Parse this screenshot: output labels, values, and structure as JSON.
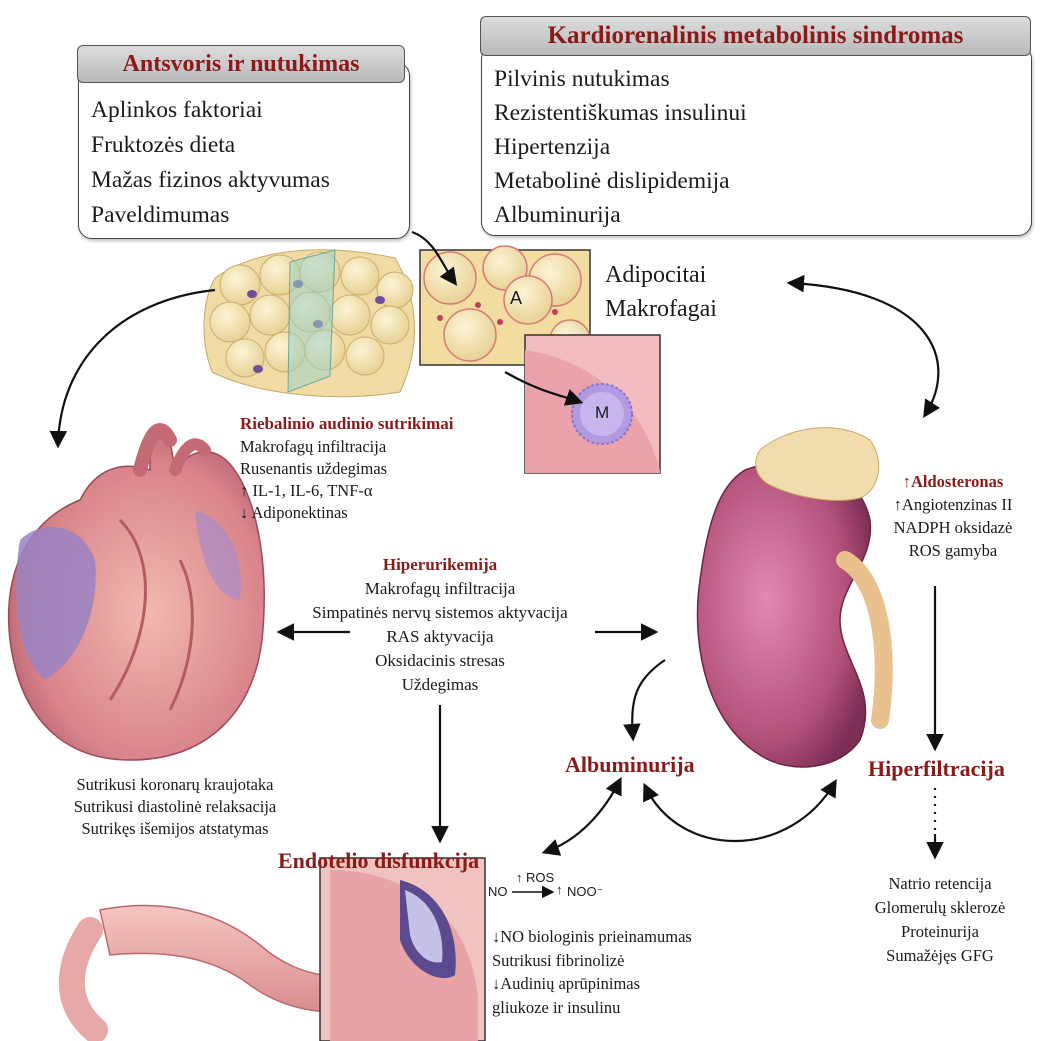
{
  "obesity_box": {
    "title": "Antsvoris ir nutukimas",
    "items": [
      "Aplinkos faktoriai",
      "Fruktozės dieta",
      "Mažas fizinos aktyvumas",
      "Paveldimumas"
    ]
  },
  "crm_box": {
    "title": "Kardiorenalinis metabolinis sindromas",
    "items": [
      "Pilvinis nutukimas",
      "Rezistentiškumas insulinui",
      "Hipertenzija",
      "Metabolinė dislipidemija",
      "Albuminurija"
    ]
  },
  "adipose_labels": {
    "adipocytes": "Adipocitai",
    "macrophages": "Makrofagai",
    "cell_a": "A",
    "cell_m": "M"
  },
  "adipose_dysfunction": {
    "title": "Riebalinio audinio sutrikimai",
    "items": [
      "Makrofagų infiltracija",
      "Rusenantis uždegimas",
      "↑ IL-1, IL-6, TNF-α",
      "↓ Adiponektinas"
    ]
  },
  "kidney_factors": {
    "title": "↑Aldosteronas",
    "items": [
      "↑Angiotenzinas II",
      "NADPH oksidazė",
      "ROS gamyba"
    ]
  },
  "hyperuricemia": {
    "title": "Hiperurikemija",
    "items": [
      "Makrofagų infiltracija",
      "Simpatinės nervų sistemos aktyvacija",
      "RAS aktyvacija",
      "Oksidacinis stresas",
      "Uždegimas"
    ]
  },
  "heart_effects": {
    "items": [
      "Sutrikusi koronarų kraujotaka",
      "Sutrikusi diastolinė relaksacija",
      "Sutrikęs išemijos atstatymas"
    ]
  },
  "albuminuria": {
    "label": "Albuminurija"
  },
  "hyperfiltration": {
    "label": "Hiperfiltracija"
  },
  "kidney_effects": {
    "items": [
      "Natrio retencija",
      "Glomerulų sklerozė",
      "Proteinurija",
      "Sumažėjęs GFG"
    ]
  },
  "endothelial": {
    "title": "Endotelio disfunkcija",
    "reaction": {
      "left": "NO",
      "top": "ROS",
      "right": "NOO⁻",
      "up_arrow": "↑"
    },
    "items": [
      "↓NO biologinis prieinamumas",
      "Sutrikusi fibrinolizė",
      "↓Audinių aprūpinimas",
      "gliukoze ir insulinu"
    ]
  },
  "colors": {
    "accent_red": "#8b1a1a",
    "tissue_pink": "#e8a3a8",
    "fat_yellow": "#f4e6b8",
    "kidney_magenta": "#b4527a",
    "heart_lilac": "#9a83c2"
  }
}
